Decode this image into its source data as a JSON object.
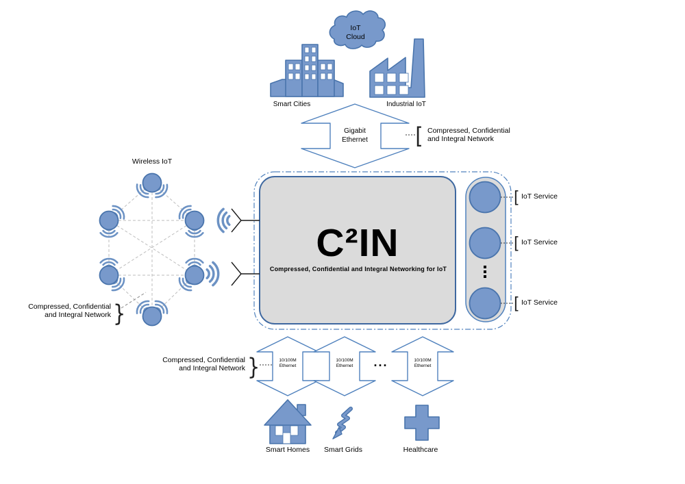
{
  "colors": {
    "accent": "#4F81BD",
    "node_fill": "#7899CB",
    "node_stroke": "#4974AC",
    "panel_fill": "#DBDBDB",
    "panel_stroke": "#3E68A0",
    "mesh_line": "#BDBDBD"
  },
  "top": {
    "cloud_line1": "IoT",
    "cloud_line2": "Cloud",
    "smart_cities": "Smart Cities",
    "industrial_iot": "Industrial IoT"
  },
  "uplink": {
    "line1": "Gigabit",
    "line2": "Ethernet",
    "note_line1": "Compressed, Confidential",
    "note_line2": "and Integral Network"
  },
  "wireless": {
    "label": "Wireless IoT",
    "note_line1": "Compressed, Confidential",
    "note_line2": "and Integral Network"
  },
  "core": {
    "title": "C²IN",
    "subtitle": "Compressed, Confidential and Integral Networking for IoT"
  },
  "services": {
    "labels": [
      "IoT Service",
      "IoT Service",
      "IoT Service"
    ]
  },
  "downlinks": {
    "line1": "10/100M",
    "line2": "Ethernet",
    "ellipsis": "...",
    "note_line1": "Compressed, Confidential",
    "note_line2": "and Integral Network"
  },
  "sectors": {
    "smart_homes": "Smart Homes",
    "smart_grids": "Smart Grids",
    "healthcare": "Healthcare"
  },
  "glyphs": {
    "square_open": "[",
    "brace_close": "}"
  }
}
